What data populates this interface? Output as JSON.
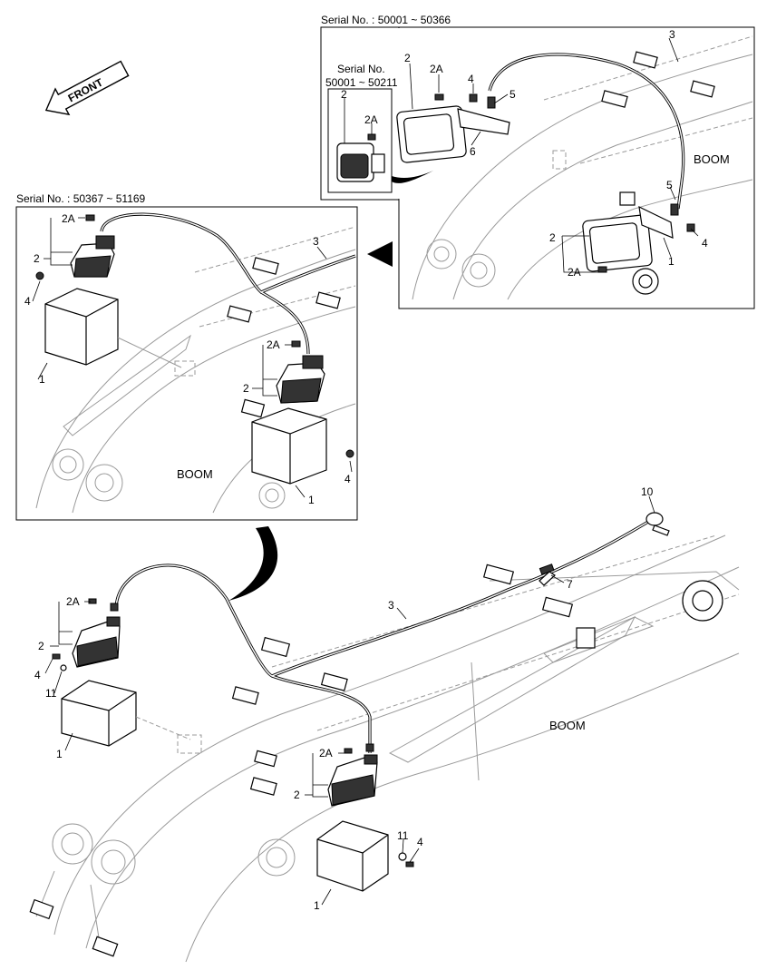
{
  "front_label": "FRONT",
  "inset_top": {
    "serial": "Serial No. : 50001 ~ 50366",
    "sub_serial_line1": "Serial No.",
    "sub_serial_line2": "50001 ~ 50211",
    "boom": "BOOM",
    "labels": {
      "l3": "3",
      "l2a": "2",
      "l2b": "2",
      "l2c": "2",
      "l2A_a": "2A",
      "l2A_b": "2A",
      "l2A_c": "2A",
      "l4a": "4",
      "l4b": "4",
      "l5a": "5",
      "l5b": "5",
      "l6": "6",
      "l1": "1"
    }
  },
  "inset_left": {
    "serial": "Serial No. : 50367 ~ 51169",
    "boom": "BOOM",
    "labels": {
      "l2A_a": "2A",
      "l2A_b": "2A",
      "l2a": "2",
      "l2b": "2",
      "l3": "3",
      "l4a": "4",
      "l4b": "4",
      "l1a": "1",
      "l1b": "1"
    }
  },
  "main": {
    "boom": "BOOM",
    "labels": {
      "l10": "10",
      "l7": "7",
      "l3": "3",
      "l2A_a": "2A",
      "l2A_b": "2A",
      "l2a": "2",
      "l2b": "2",
      "l4a": "4",
      "l4b": "4",
      "l11a": "11",
      "l11b": "11",
      "l1a": "1",
      "l1b": "1"
    }
  }
}
